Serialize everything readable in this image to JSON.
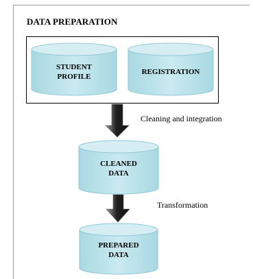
{
  "diagram": {
    "title": "DATA PREPARATION",
    "nodes": {
      "student_profile": [
        "STUDENT",
        "PROFILE"
      ],
      "registration": [
        "REGISTRATION"
      ],
      "cleaned_data": [
        "CLEANED",
        "DATA"
      ],
      "prepared_data": [
        "PREPARED",
        "DATA"
      ]
    },
    "edges": {
      "cleaning": "Cleaning and integration",
      "transformation": "Transformation"
    },
    "colors": {
      "cylinder_fill": "#bfe3ea",
      "cylinder_top": "#d6eef3",
      "cylinder_stroke": "#8ec9d6",
      "arrow_dark": "#222222",
      "arrow_light": "#9a9a9a"
    }
  }
}
